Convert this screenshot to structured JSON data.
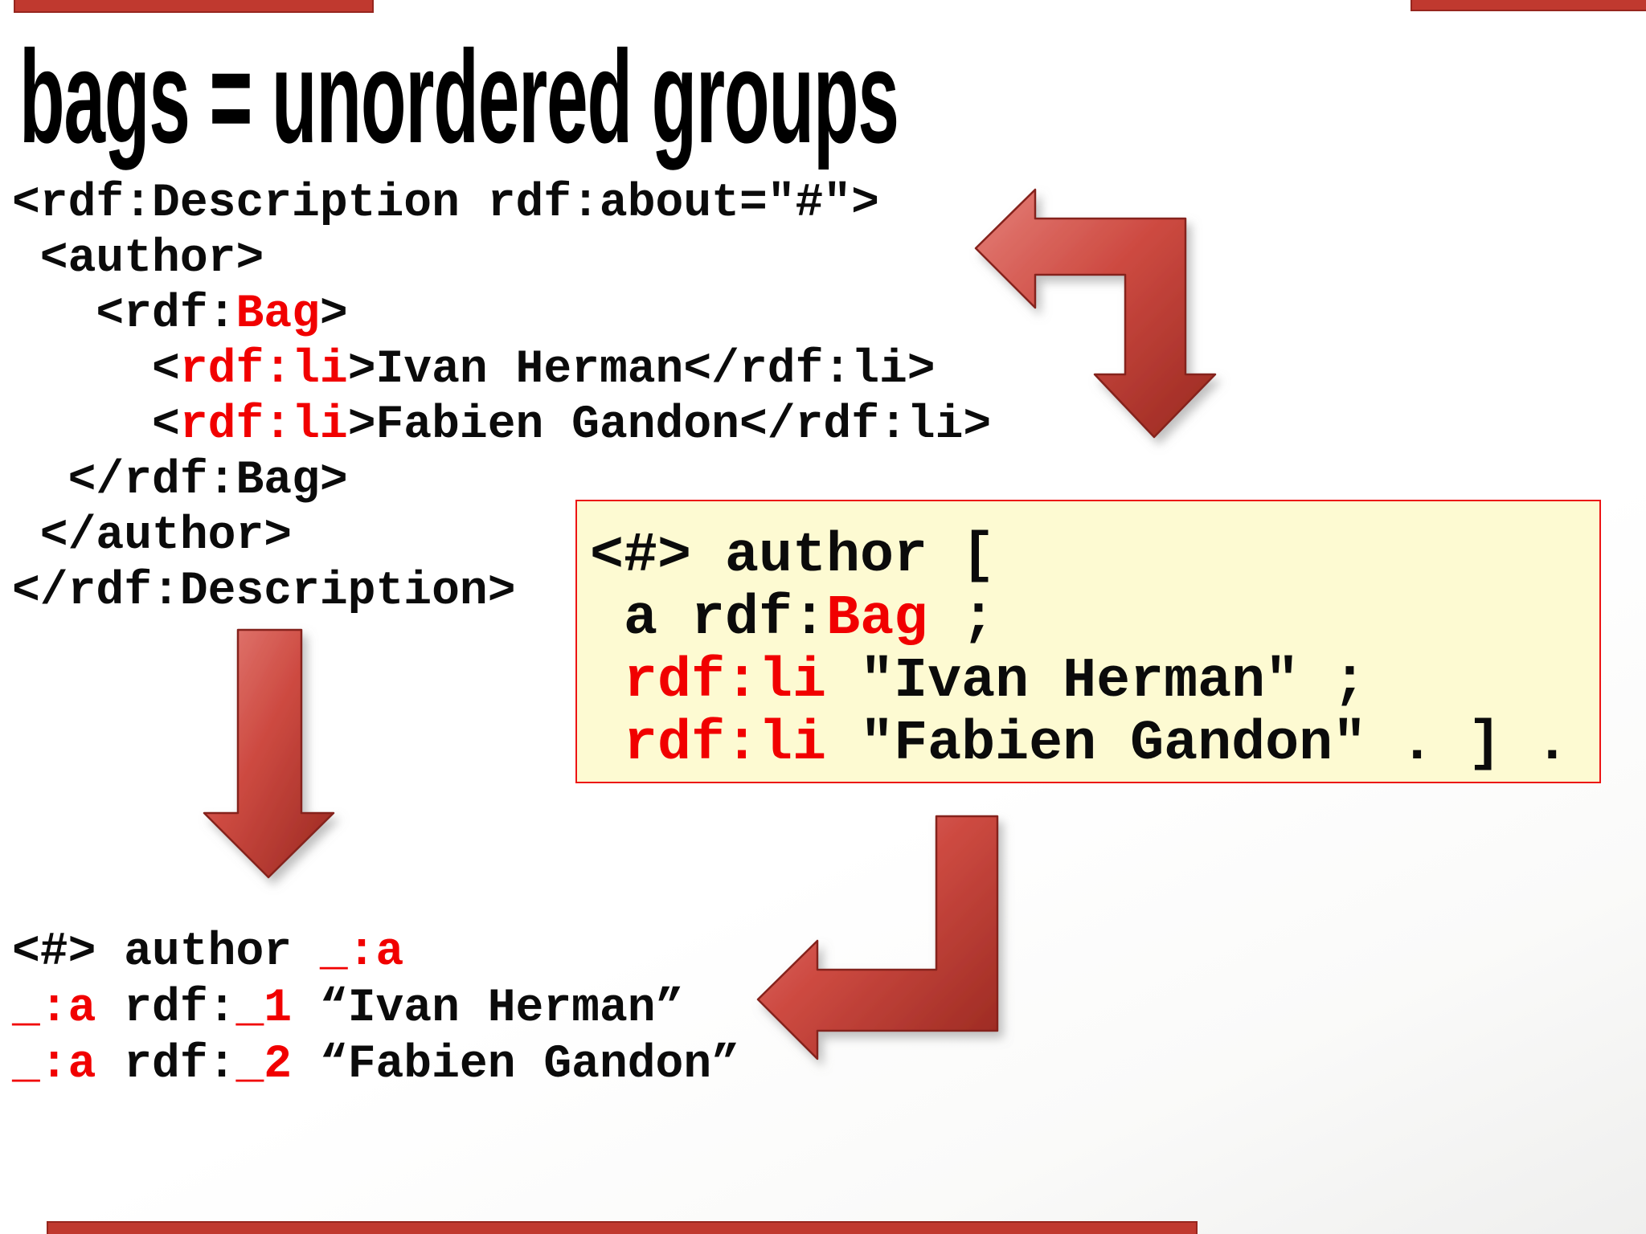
{
  "title": "bags = unordered groups",
  "colors": {
    "code_text": "#0b0b0b",
    "code_highlight_red": "#f10000",
    "arrow_red_light": "#e58079",
    "arrow_red_mid": "#cd4a41",
    "arrow_red_dark": "#992820",
    "arrow_outline": "#85231c",
    "edge_bar_red": "#c0392f",
    "turtle_box_bg": "#fdfad2",
    "turtle_box_border": "#ec1414",
    "background": "#ffffff"
  },
  "xml_block": {
    "lines": [
      [
        {
          "t": "<rdf:Description rdf:about=\"#\">"
        }
      ],
      [
        {
          "t": " <author>"
        }
      ],
      [
        {
          "t": "   <rdf:"
        },
        {
          "t": "Bag",
          "c": "r"
        },
        {
          "t": ">"
        }
      ],
      [
        {
          "t": "     <"
        },
        {
          "t": "rdf:li",
          "c": "r"
        },
        {
          "t": ">Ivan Herman</rdf:li>"
        }
      ],
      [
        {
          "t": "     <"
        },
        {
          "t": "rdf:li",
          "c": "r"
        },
        {
          "t": ">Fabien Gandon</rdf:li>"
        }
      ],
      [
        {
          "t": "  </rdf:Bag>"
        }
      ],
      [
        {
          "t": " </author>"
        }
      ],
      [
        {
          "t": "</rdf:Description>"
        }
      ]
    ]
  },
  "turtle_box": {
    "lines": [
      [
        {
          "t": "<#> author ["
        }
      ],
      [
        {
          "t": " a rdf:"
        },
        {
          "t": "Bag",
          "c": "r"
        },
        {
          "t": " ;"
        }
      ],
      [
        {
          "t": " "
        },
        {
          "t": "rdf:li",
          "c": "r"
        },
        {
          "t": " \"Ivan Herman\" ;"
        }
      ],
      [
        {
          "t": " "
        },
        {
          "t": "rdf:li",
          "c": "r"
        },
        {
          "t": " \"Fabien Gandon\" . ] ."
        }
      ]
    ]
  },
  "ntriples_block": {
    "lines": [
      [
        {
          "t": "<#> author "
        },
        {
          "t": "_:a",
          "c": "r"
        }
      ],
      [
        {
          "t": "_:a",
          "c": "r"
        },
        {
          "t": " rdf:"
        },
        {
          "t": "_1",
          "c": "r"
        },
        {
          "t": " “Ivan Herman”"
        }
      ],
      [
        {
          "t": "_:a",
          "c": "r"
        },
        {
          "t": " rdf:"
        },
        {
          "t": "_2",
          "c": "r"
        },
        {
          "t": " “Fabien Gandon”"
        }
      ]
    ]
  },
  "decorations": {
    "arrows": [
      {
        "name": "bent-arrow-left-down-icon",
        "desc": "elbow arrow, heads pointing left and down, top right"
      },
      {
        "name": "straight-arrow-down-icon",
        "desc": "straight arrow pointing down, left middle"
      },
      {
        "name": "bent-arrow-down-left-icon",
        "desc": "elbow arrow, head pointing left, bottom middle"
      }
    ],
    "edge_bars": [
      {
        "name": "top-left-red-bar"
      },
      {
        "name": "top-right-red-bar"
      },
      {
        "name": "bottom-red-bar"
      }
    ]
  }
}
